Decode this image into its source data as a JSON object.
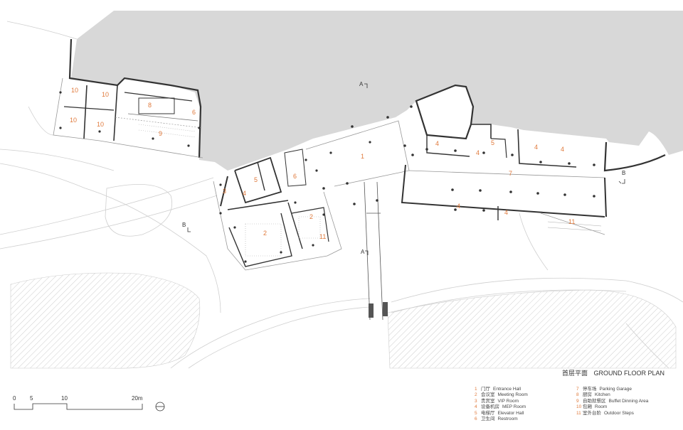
{
  "title": {
    "cn": "首层平面",
    "en": "GROUND FLOOR PLAN"
  },
  "scale_bar": {
    "labels": [
      "0",
      "5",
      "10",
      "20m"
    ]
  },
  "section_marks": {
    "a_top": "A",
    "a_bottom": "A",
    "b_left": "B",
    "b_right": "B"
  },
  "room_labels": {
    "r1": "1",
    "r2a": "2",
    "r2b": "2",
    "r3": "3",
    "r4a": "4",
    "r4b": "4",
    "r4c": "4",
    "r4d": "4",
    "r4e": "4",
    "r4f": "4",
    "r4g": "4",
    "r5a": "5",
    "r5b": "5",
    "r6a": "6",
    "r6b": "6",
    "r7": "7",
    "r8": "8",
    "r9": "9",
    "r10a": "10",
    "r10b": "10",
    "r10c": "10",
    "r10d": "10",
    "r11a": "11",
    "r11b": "11"
  },
  "legend_left": [
    {
      "num": "1",
      "cn": "门厅",
      "en": "Entrance Hall"
    },
    {
      "num": "2",
      "cn": "会议室",
      "en": "Meeting Room"
    },
    {
      "num": "3",
      "cn": "贵宾室",
      "en": "VIP Room"
    },
    {
      "num": "4",
      "cn": "设备机房",
      "en": "MEP Room"
    },
    {
      "num": "5",
      "cn": "电梯厅",
      "en": "Elevator Hall"
    },
    {
      "num": "6",
      "cn": "卫生间",
      "en": "Restroom"
    }
  ],
  "legend_right": [
    {
      "num": "7",
      "cn": "停车场",
      "en": "Parking Garage"
    },
    {
      "num": "8",
      "cn": "厨房",
      "en": "Kitchen"
    },
    {
      "num": "9",
      "cn": "自助就餐区",
      "en": "Buffet Dinning Area"
    },
    {
      "num": "10",
      "cn": "包厢",
      "en": "Room"
    },
    {
      "num": "11",
      "cn": "室外台阶",
      "en": "Outdoor Steps"
    }
  ],
  "colors": {
    "accent_orange": "#e07a3c",
    "rock_fill": "#d8d8d8",
    "wall": "#333333"
  }
}
